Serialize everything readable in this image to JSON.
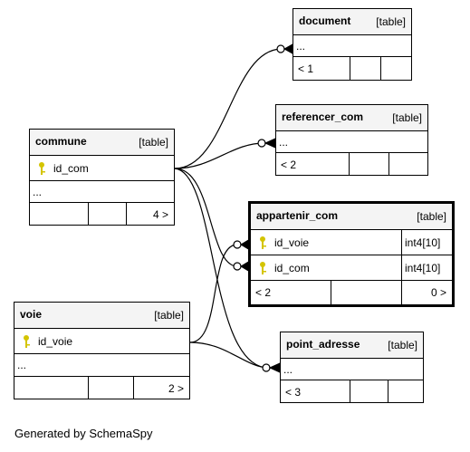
{
  "tables": {
    "document": {
      "name": "document",
      "kind": "[table]",
      "columns": [
        "..."
      ],
      "stats": [
        "< 1",
        "",
        ""
      ]
    },
    "referencer_com": {
      "name": "referencer_com",
      "kind": "[table]",
      "columns": [
        "..."
      ],
      "stats": [
        "< 2",
        "",
        ""
      ]
    },
    "commune": {
      "name": "commune",
      "kind": "[table]",
      "key_column": "id_com",
      "columns": [
        "..."
      ],
      "stats": [
        "",
        "",
        "4 >"
      ]
    },
    "appartenir_com": {
      "name": "appartenir_com",
      "kind": "[table]",
      "columns": [
        {
          "name": "id_voie",
          "type": "int4[10]"
        },
        {
          "name": "id_com",
          "type": "int4[10]"
        }
      ],
      "stats": [
        "< 2",
        "",
        "0 >"
      ]
    },
    "voie": {
      "name": "voie",
      "kind": "[table]",
      "key_column": "id_voie",
      "columns": [
        "..."
      ],
      "stats": [
        "",
        "",
        "2 >"
      ]
    },
    "point_adresse": {
      "name": "point_adresse",
      "kind": "[table]",
      "columns": [
        "..."
      ],
      "stats": [
        "< 3",
        "",
        ""
      ]
    }
  },
  "footer": "Generated by SchemaSpy"
}
